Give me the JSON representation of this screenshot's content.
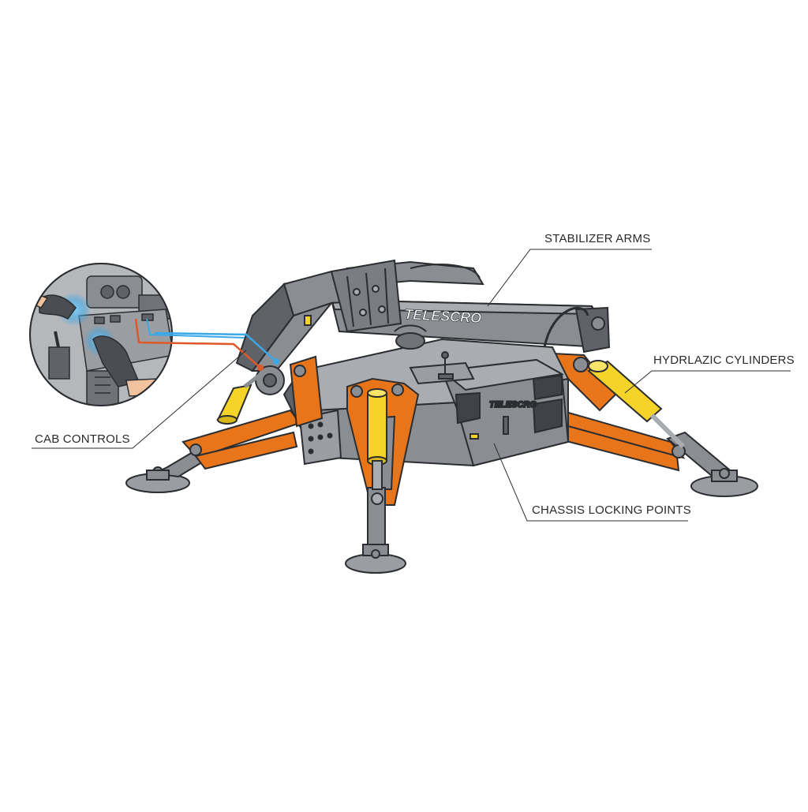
{
  "labels": {
    "stabilizer_arms": "STABILIZER ARMS",
    "hydraulic_cylinders": "HYDRLAZIC CYLINDERS",
    "cab_controls": "CAB CONTROLS",
    "chassis_locking_points": "CHASSIS LOCKING POINTS"
  },
  "branding": {
    "boom_text": "TELESCRO",
    "body_text": "TELESCRO"
  },
  "colors": {
    "body": "#8a8d91",
    "body_dark": "#5f6266",
    "body_light": "#a9acb0",
    "outline": "#2b2d30",
    "stabilizer": "#e8751a",
    "cylinder": "#f5d328",
    "pad": "#9a9da1",
    "line_blue": "#3aa8e8",
    "line_orange": "#e0572a"
  }
}
